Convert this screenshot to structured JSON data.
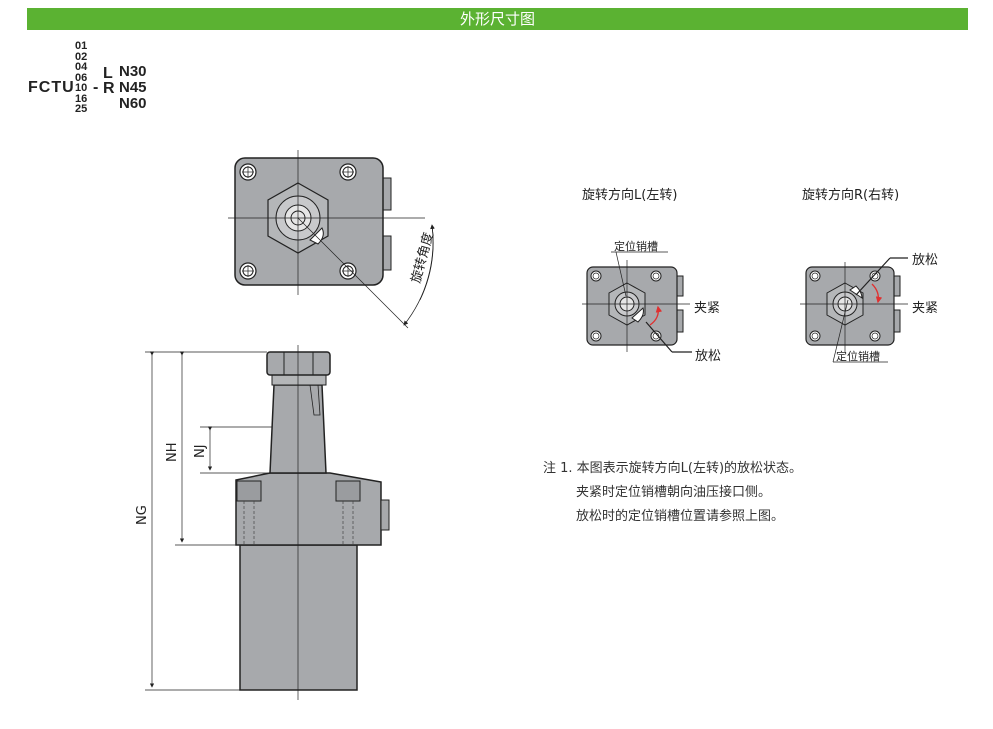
{
  "header": {
    "title": "外形尺寸图"
  },
  "model_code": {
    "prefix": "FCTU",
    "sizes": [
      "01",
      "02",
      "04",
      "06",
      "10",
      "16",
      "25"
    ],
    "dash": "-",
    "directions": [
      "L",
      "R"
    ],
    "angles": [
      "N30",
      "N45",
      "N60"
    ]
  },
  "top_view": {
    "angle_label": "旋转角度"
  },
  "side_view": {
    "dims": {
      "ng": "NG",
      "nh": "NH",
      "nj": "NJ"
    }
  },
  "rotation_L": {
    "title": "旋转方向L(左转)",
    "pin_slot": "定位销槽",
    "clamp": "夹紧",
    "release": "放松"
  },
  "rotation_R": {
    "title": "旋转方向R(右转)",
    "pin_slot": "定位销槽",
    "clamp": "夹紧",
    "release": "放松"
  },
  "notes": [
    "注 1. 本图表示旋转方向L(左转)的放松状态。",
    "夹紧时定位销槽朝向油压接口侧。",
    "放松时的定位销槽位置请参照上图。"
  ],
  "colors": {
    "header": "#5bb232",
    "body": "#a7a9ac",
    "arrow": "#e03030"
  }
}
